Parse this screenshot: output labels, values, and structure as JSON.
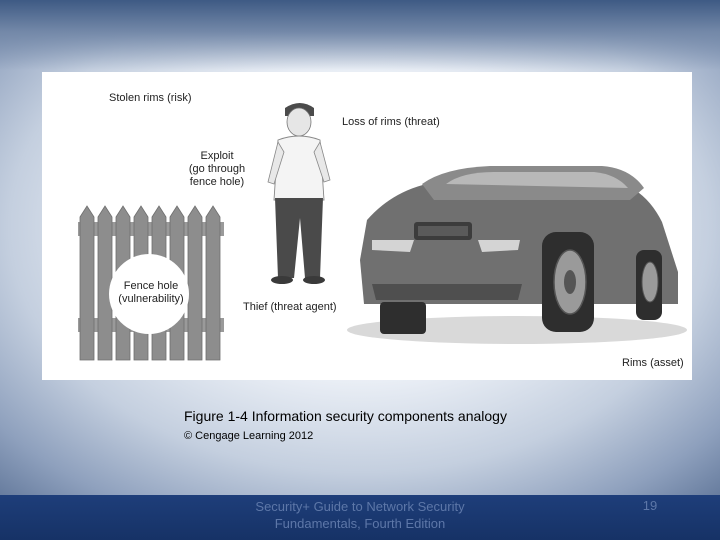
{
  "figure": {
    "labels": {
      "stolen_rims": "Stolen rims (risk)",
      "loss_of_rims": "Loss of rims (threat)",
      "exploit": "Exploit\n(go through\nfence hole)",
      "fence_hole": "Fence hole\n(vulnerability)",
      "thief": "Thief (threat agent)",
      "rims_asset": "Rims (asset)"
    }
  },
  "caption": "Figure 1-4 Information security components analogy",
  "credit": "© Cengage Learning 2012",
  "footer": {
    "title": "Security+ Guide to Network Security Fundamentals, Fourth Edition",
    "page_number": "19"
  }
}
